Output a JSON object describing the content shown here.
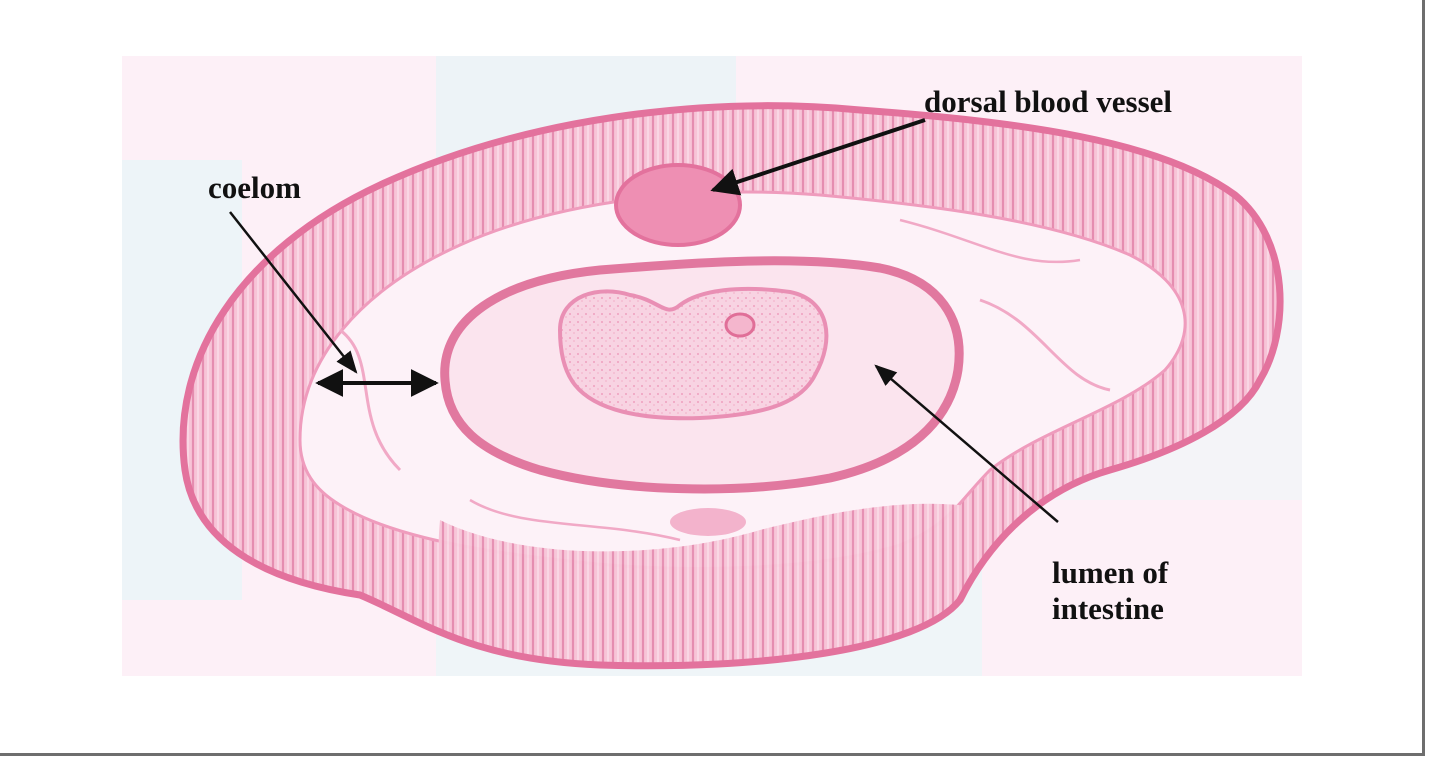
{
  "labels": {
    "dorsal_vessel": "dorsal blood vessel",
    "coelom": "coelom",
    "lumen_line1": "lumen of",
    "lumen_line2": "intestine"
  },
  "colors": {
    "frame_border": "#6e6e6e",
    "background_pink": "#fdf0f7",
    "background_blue": "#e7f5f8",
    "tissue_pink": "#f2a6c4",
    "tissue_dark": "#e4759f",
    "label_text": "#111111",
    "arrow": "#111111"
  }
}
